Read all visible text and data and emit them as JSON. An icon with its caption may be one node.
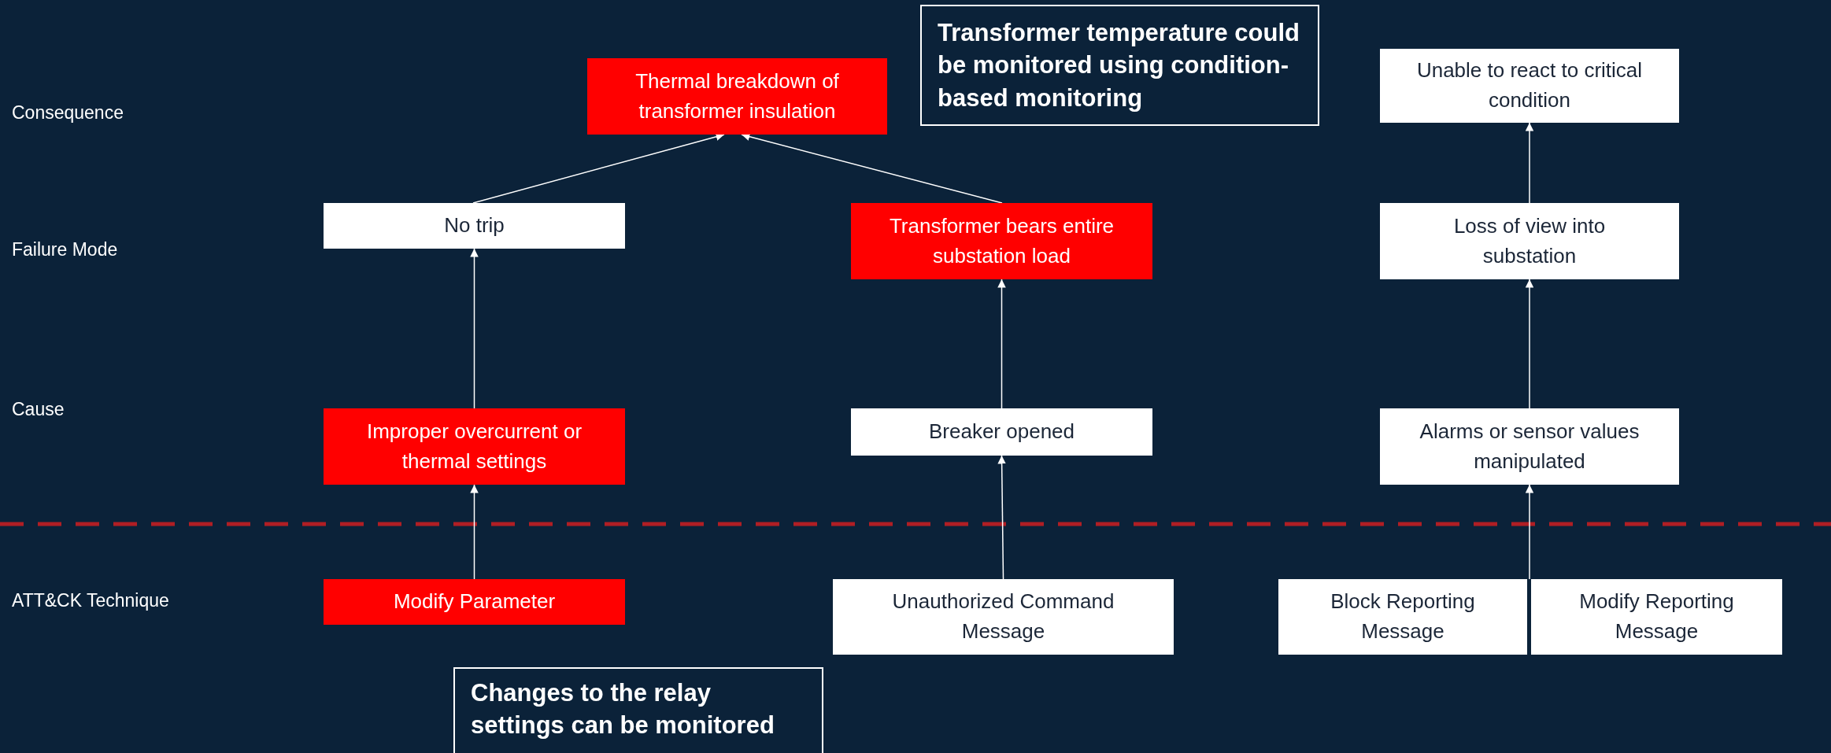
{
  "diagram": {
    "nodes": [
      {
        "text": [
          "Thermal breakdown of transformer insulation"
        ]
      },
      {
        "text": [
          "Transformer temperature could be monitored using condition-based monitoring"
        ]
      },
      {
        "text": [
          "Unable to react to critical condition"
        ]
      },
      {
        "text": [
          "No trip"
        ]
      },
      {
        "text": [
          "Transformer bears entire substation load"
        ]
      },
      {
        "text": [
          "Loss of view into substation"
        ]
      },
      {
        "text": [
          "Improper overcurrent or thermal settings"
        ]
      },
      {
        "text": [
          "Breaker opened"
        ]
      },
      {
        "text": [
          "Alarms or sensor values manipulated"
        ]
      },
      {
        "text": [
          "Modify Parameter"
        ]
      },
      {
        "text": [
          "Unauthorized Command Message"
        ]
      },
      {
        "text": [
          "Block Reporting Message"
        ]
      },
      {
        "text": [
          "Modify Reporting Message"
        ]
      },
      {
        "text": [
          "Changes to the relay settings can be monitored"
        ]
      }
    ],
    "edges": [
      {
        "from": 3,
        "to": 0,
        "arrow": "to"
      },
      {
        "from": 4,
        "to": 0,
        "arrow": "to"
      },
      {
        "from": 5,
        "to": 2,
        "arrow": "to"
      },
      {
        "from": 6,
        "to": 3,
        "arrow": "to"
      },
      {
        "from": 7,
        "to": 4,
        "arrow": "to"
      },
      {
        "from": 8,
        "to": 5,
        "arrow": "to"
      },
      {
        "from": 9,
        "to": 6,
        "arrow": "to"
      },
      {
        "from": 10,
        "to": 7,
        "arrow": "to"
      },
      {
        "from": 11,
        "to": 8,
        "arrow": "to"
      },
      {
        "from": 12,
        "to": 8,
        "arrow": "to"
      }
    ],
    "labels": [
      "Consequence",
      "Failure Mode",
      "Cause",
      "ATT&CK Technique"
    ]
  }
}
